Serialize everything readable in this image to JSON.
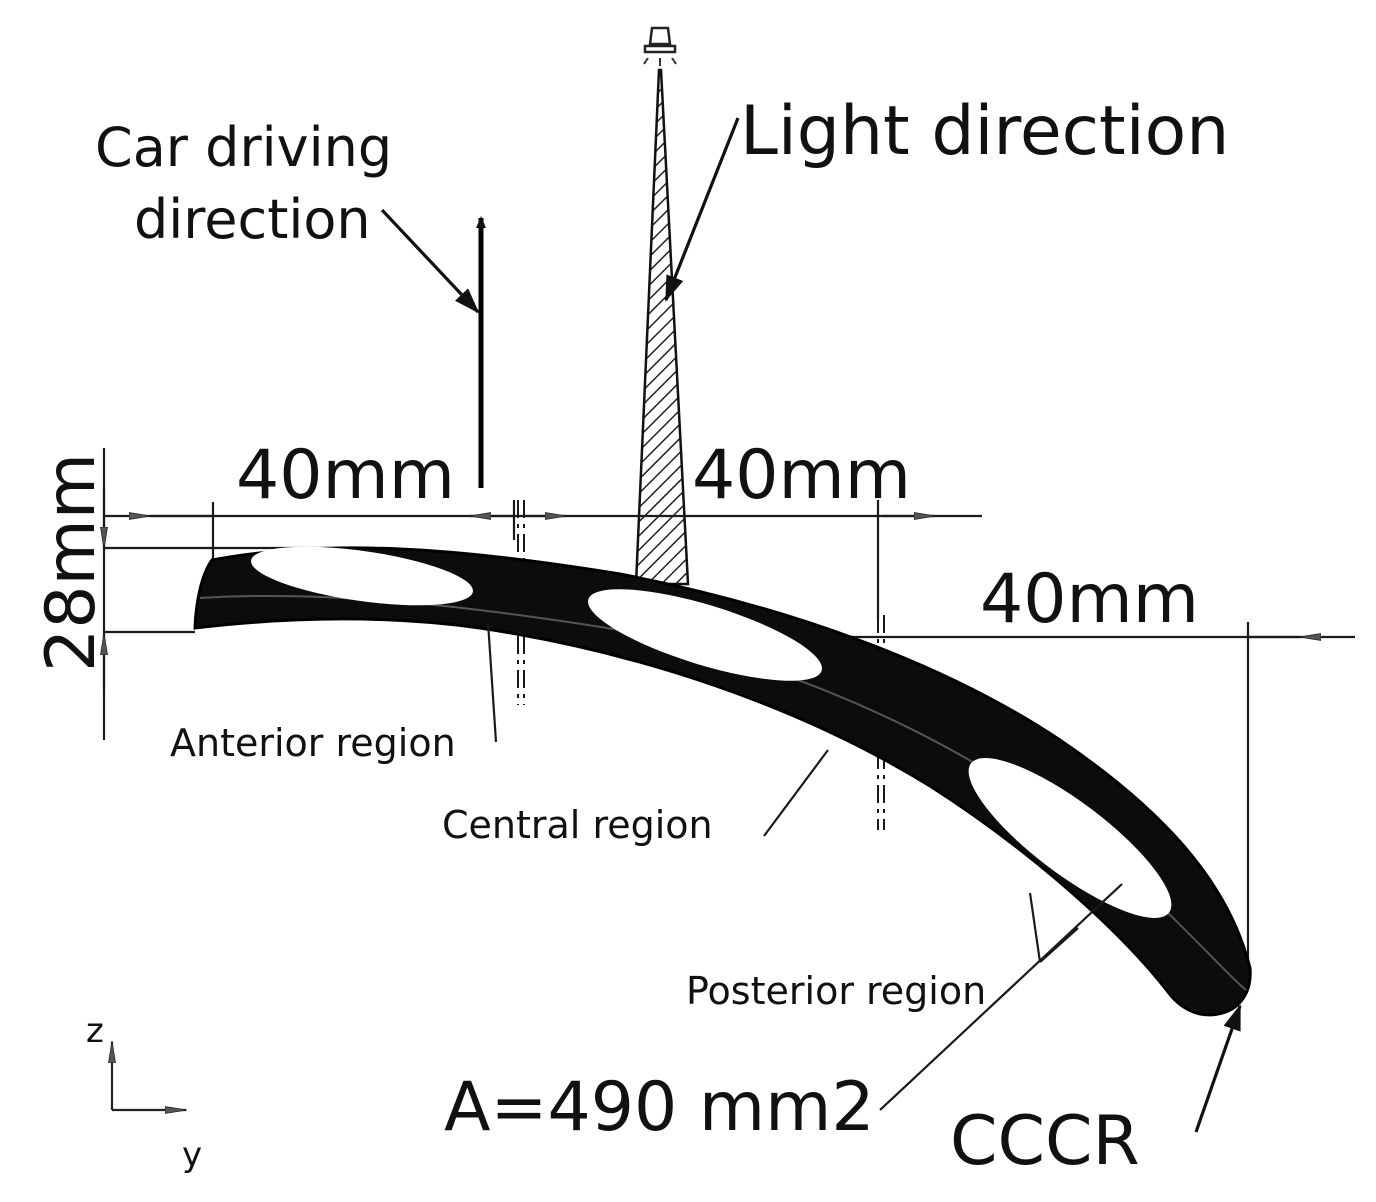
{
  "labels": {
    "car_driving_line1": "Car driving",
    "car_driving_line2": "direction",
    "light_direction": "Light direction",
    "dim_40mm_left": "40mm",
    "dim_40mm_middle": "40mm",
    "dim_40mm_right": "40mm",
    "dim_28mm": "28mm",
    "anterior_region": "Anterior region",
    "central_region": "Central region",
    "posterior_region": "Posterior region",
    "area": "A=490 mm2",
    "cccr": "CCCR",
    "axis_z": "z",
    "axis_y": "y"
  },
  "colors": {
    "ink": "#111111",
    "body_fill": "#0c0c0c",
    "background": "#ffffff"
  },
  "icons": {
    "light_source": "lamp-icon"
  }
}
